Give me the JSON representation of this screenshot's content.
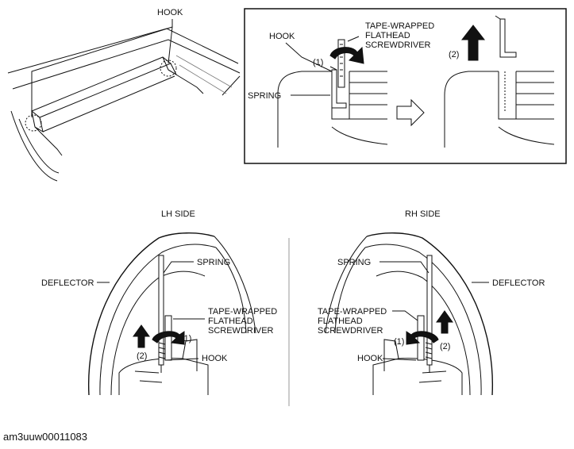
{
  "overview": {
    "hook_label": "HOOK"
  },
  "detail_box": {
    "hook_label": "HOOK",
    "step1_label": "(1)",
    "step2_label": "(2)",
    "tool_label_1": "TAPE-WRAPPED",
    "tool_label_2": "FLATHEAD",
    "tool_label_3": "SCREWDRIVER",
    "spring_label": "SPRING"
  },
  "lh": {
    "title": "LH SIDE",
    "spring_label": "SPRING",
    "deflector_label": "DEFLECTOR",
    "tool_label_1": "TAPE-WRAPPED",
    "tool_label_2": "FLATHEAD",
    "tool_label_3": "SCREWDRIVER",
    "step1_label": "(1)",
    "step2_label": "(2)",
    "hook_label": "HOOK"
  },
  "rh": {
    "title": "RH SIDE",
    "spring_label": "SPRING",
    "deflector_label": "DEFLECTOR",
    "tool_label_1": "TAPE-WRAPPED",
    "tool_label_2": "FLATHEAD",
    "tool_label_3": "SCREWDRIVER",
    "step1_label": "(1)",
    "step2_label": "(2)",
    "hook_label": "HOOK"
  },
  "reference_code": "am3uuw00011083"
}
